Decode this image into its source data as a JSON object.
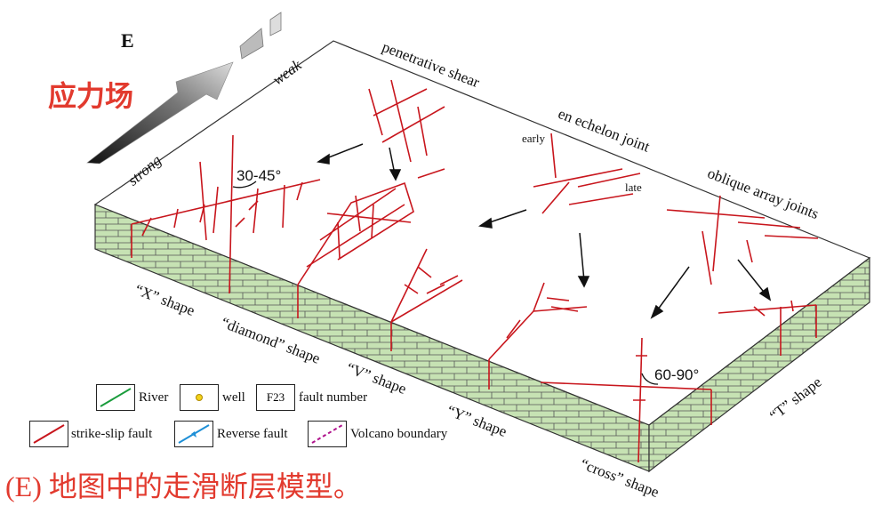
{
  "stress_field": {
    "direction": "E",
    "title": "应力场",
    "strong": "strong",
    "weak": "weak"
  },
  "labels": {
    "penetrative_shear": "penetrative shear",
    "en_echelon": "en echelon joint",
    "oblique": "oblique array joints",
    "early": "early",
    "late": "late",
    "angle_30_45": "30-45°",
    "angle_60_90": "60-90°",
    "x_shape": "“X” shape",
    "diamond_shape": "“diamond” shape",
    "v_shape": "“V” shape",
    "y_shape": "“Y” shape",
    "cross_shape": "“cross” shape",
    "t_shape": "“T” shape"
  },
  "legend": {
    "river": "River",
    "well": "well",
    "fault_number_symbol": "F23",
    "fault_number": "fault number",
    "strike_slip": "strike-slip fault",
    "reverse": "Reverse fault",
    "volcano": "Volcano boundary"
  },
  "caption": "(E) 地图中的走滑断层模型。",
  "colors": {
    "fault_red": "#c8161d",
    "block_side": "#c6e2b3",
    "caption_red": "#e23a2e",
    "river_green": "#1a9c3c",
    "reverse_blue": "#1e8fd6",
    "volcano_magenta": "#b0148c"
  }
}
